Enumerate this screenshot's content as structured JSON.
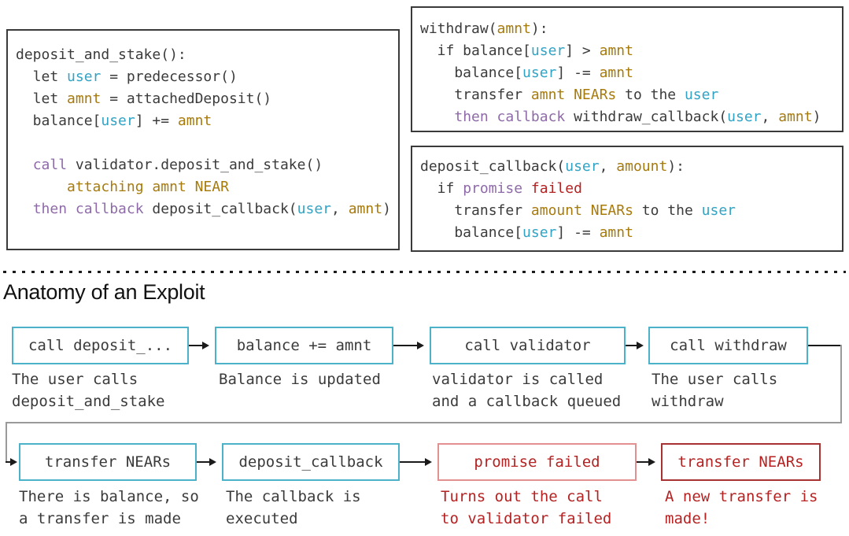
{
  "heading": "Anatomy of an Exploit",
  "colors": {
    "text": "#3b3b3b",
    "teal": "#33a3c4",
    "gold": "#a77a0c",
    "purple": "#8e6ba8",
    "red": "#b42222",
    "teal_box_border": "#4cb2c9",
    "red_light_box_border": "#e29090",
    "red_dark_box_border": "#a63232",
    "panel_border": "#3a3a3a",
    "connector_gray": "#9a9a9a",
    "arrow_black": "#1a1a1a",
    "tokens": {
      "p": "#3b3b3b",
      "u": "#33a3c4",
      "a": "#a77a0c",
      "k": "#8e6ba8",
      "r": "#b42222"
    }
  },
  "panels": {
    "deposit_and_stake": {
      "lines": [
        [
          [
            "p",
            "deposit_and_stake():"
          ]
        ],
        [
          [
            "p",
            "  let "
          ],
          [
            "u",
            "user"
          ],
          [
            "p",
            " = predecessor()"
          ]
        ],
        [
          [
            "p",
            "  let "
          ],
          [
            "a",
            "amnt"
          ],
          [
            "p",
            " = attachedDeposit()"
          ]
        ],
        [
          [
            "p",
            "  balance["
          ],
          [
            "u",
            "user"
          ],
          [
            "p",
            "] += "
          ],
          [
            "a",
            "amnt"
          ]
        ],
        [],
        [
          [
            "p",
            "  "
          ],
          [
            "k",
            "call"
          ],
          [
            "p",
            " validator.deposit_and_stake()"
          ]
        ],
        [
          [
            "p",
            "      "
          ],
          [
            "a",
            "attaching amnt NEAR"
          ]
        ],
        [
          [
            "p",
            "  "
          ],
          [
            "k",
            "then callback"
          ],
          [
            "p",
            " deposit_callback("
          ],
          [
            "u",
            "user"
          ],
          [
            "p",
            ", "
          ],
          [
            "a",
            "amnt"
          ],
          [
            "p",
            ")"
          ]
        ]
      ]
    },
    "withdraw": {
      "lines": [
        [
          [
            "p",
            "withdraw("
          ],
          [
            "a",
            "amnt"
          ],
          [
            "p",
            "):"
          ]
        ],
        [
          [
            "p",
            "  if balance["
          ],
          [
            "u",
            "user"
          ],
          [
            "p",
            "] > "
          ],
          [
            "a",
            "amnt"
          ]
        ],
        [
          [
            "p",
            "    balance["
          ],
          [
            "u",
            "user"
          ],
          [
            "p",
            "] -= "
          ],
          [
            "a",
            "amnt"
          ]
        ],
        [
          [
            "p",
            "    transfer "
          ],
          [
            "a",
            "amnt NEARs"
          ],
          [
            "p",
            " to the "
          ],
          [
            "u",
            "user"
          ]
        ],
        [
          [
            "p",
            "    "
          ],
          [
            "k",
            "then callback"
          ],
          [
            "p",
            " withdraw_callback("
          ],
          [
            "u",
            "user"
          ],
          [
            "p",
            ", "
          ],
          [
            "a",
            "amnt"
          ],
          [
            "p",
            ")"
          ]
        ]
      ]
    },
    "deposit_callback": {
      "lines": [
        [
          [
            "p",
            "deposit_callback("
          ],
          [
            "u",
            "user"
          ],
          [
            "p",
            ", "
          ],
          [
            "a",
            "amount"
          ],
          [
            "p",
            "):"
          ]
        ],
        [
          [
            "p",
            "  if "
          ],
          [
            "k",
            "promise"
          ],
          [
            "p",
            " "
          ],
          [
            "r",
            "failed"
          ]
        ],
        [
          [
            "p",
            "    transfer "
          ],
          [
            "a",
            "amount NEARs"
          ],
          [
            "p",
            " to the "
          ],
          [
            "u",
            "user"
          ]
        ],
        [
          [
            "p",
            "    balance["
          ],
          [
            "u",
            "user"
          ],
          [
            "p",
            "] -= "
          ],
          [
            "a",
            "amnt"
          ]
        ]
      ]
    }
  },
  "flow": {
    "rows": [
      {
        "steps": [
          {
            "label": "call deposit_...",
            "caption": [
              "The user calls",
              "deposit_and_stake"
            ],
            "style": "teal"
          },
          {
            "label": "balance += amnt",
            "caption": [
              "Balance is updated"
            ],
            "style": "teal"
          },
          {
            "label": "call validator",
            "caption": [
              "validator is called",
              "and a callback queued"
            ],
            "style": "teal"
          },
          {
            "label": "call withdraw",
            "caption": [
              "The user calls",
              "withdraw"
            ],
            "style": "teal"
          }
        ]
      },
      {
        "steps": [
          {
            "label": "transfer NEARs",
            "caption": [
              "There is balance, so",
              "a transfer is made"
            ],
            "style": "teal"
          },
          {
            "label": "deposit_callback",
            "caption": [
              "The callback is",
              "executed"
            ],
            "style": "teal"
          },
          {
            "label": "promise failed",
            "caption": [
              "Turns out the call",
              "to validator failed"
            ],
            "style": "red-light"
          },
          {
            "label": "transfer NEARs",
            "caption": [
              "A new transfer is",
              "made!"
            ],
            "style": "red-dark"
          }
        ]
      }
    ]
  }
}
